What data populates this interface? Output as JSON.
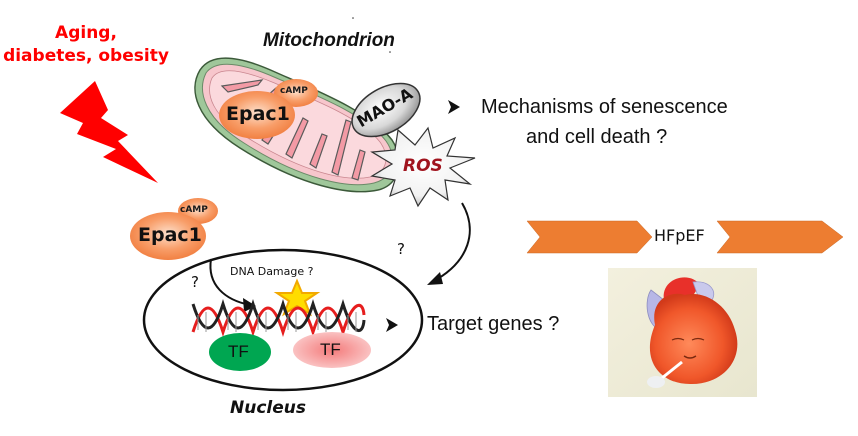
{
  "risk_factors": {
    "line1": "Aging,",
    "line2": "diabetes, obesity",
    "color": "#ff0000"
  },
  "mitochondrion": {
    "title": "Mitochondrion",
    "epac_label": "Epac1",
    "camp_label": "cAMP",
    "mao_label": "MAO-A",
    "ros_label": "ROS"
  },
  "cytosol": {
    "epac_label": "Epac1",
    "camp_label": "cAMP"
  },
  "nucleus": {
    "title": "Nucleus",
    "dna_damage_label": "DNA Damage ?",
    "question_left": "?",
    "tf1_label": "TF",
    "tf2_label": "TF"
  },
  "pathway": {
    "question_right": "?"
  },
  "bullets": {
    "mechanisms_line1": "Mechanisms of senescence",
    "mechanisms_line2": "and cell death ?",
    "target_genes": "Target genes ?",
    "bullet_glyph": "➢"
  },
  "hfpef": {
    "label": "HFpEF",
    "arrow_color": "#ed7d31",
    "image_description": "heart-cartoon"
  },
  "colors": {
    "epac_orange": "#f4874b",
    "mito_pink": "#f7c6cc",
    "mito_green": "#8bb887",
    "tf_green": "#00a651",
    "tf_pink": "#f7b6b6",
    "ros_text": "#a0141e",
    "star_yellow": "#ffdd00"
  }
}
